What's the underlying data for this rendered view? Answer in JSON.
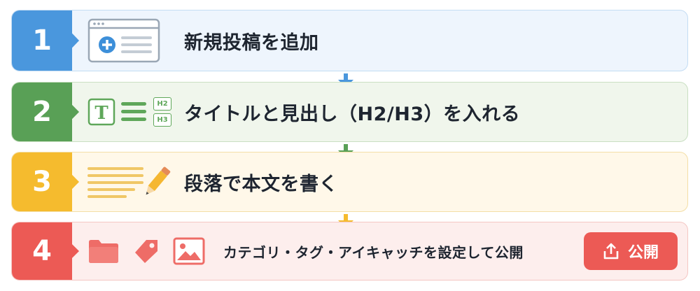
{
  "steps": [
    {
      "number": "1",
      "text": "新規投稿を追加",
      "color": "#4a97dd"
    },
    {
      "number": "2",
      "text": "タイトルと見出し（H2/H3）を入れる",
      "color": "#59a056",
      "icon_badges": [
        "H2",
        "H3"
      ]
    },
    {
      "number": "3",
      "text": "段落で本文を書く",
      "color": "#f5bb2e"
    },
    {
      "number": "4",
      "text": "カテゴリ・タグ・アイキャッチを設定して公開",
      "color": "#ec5a55"
    }
  ],
  "publish_button": {
    "label": "公開",
    "color": "#ec5a55"
  },
  "icons": {
    "step1": "browser-add-post-icon",
    "step2": [
      "title-t-icon",
      "heading-lines-icon"
    ],
    "step3": [
      "paragraph-lines-icon",
      "pencil-icon"
    ],
    "step4": [
      "folder-icon",
      "tag-icon",
      "image-icon",
      "upload-icon"
    ]
  }
}
